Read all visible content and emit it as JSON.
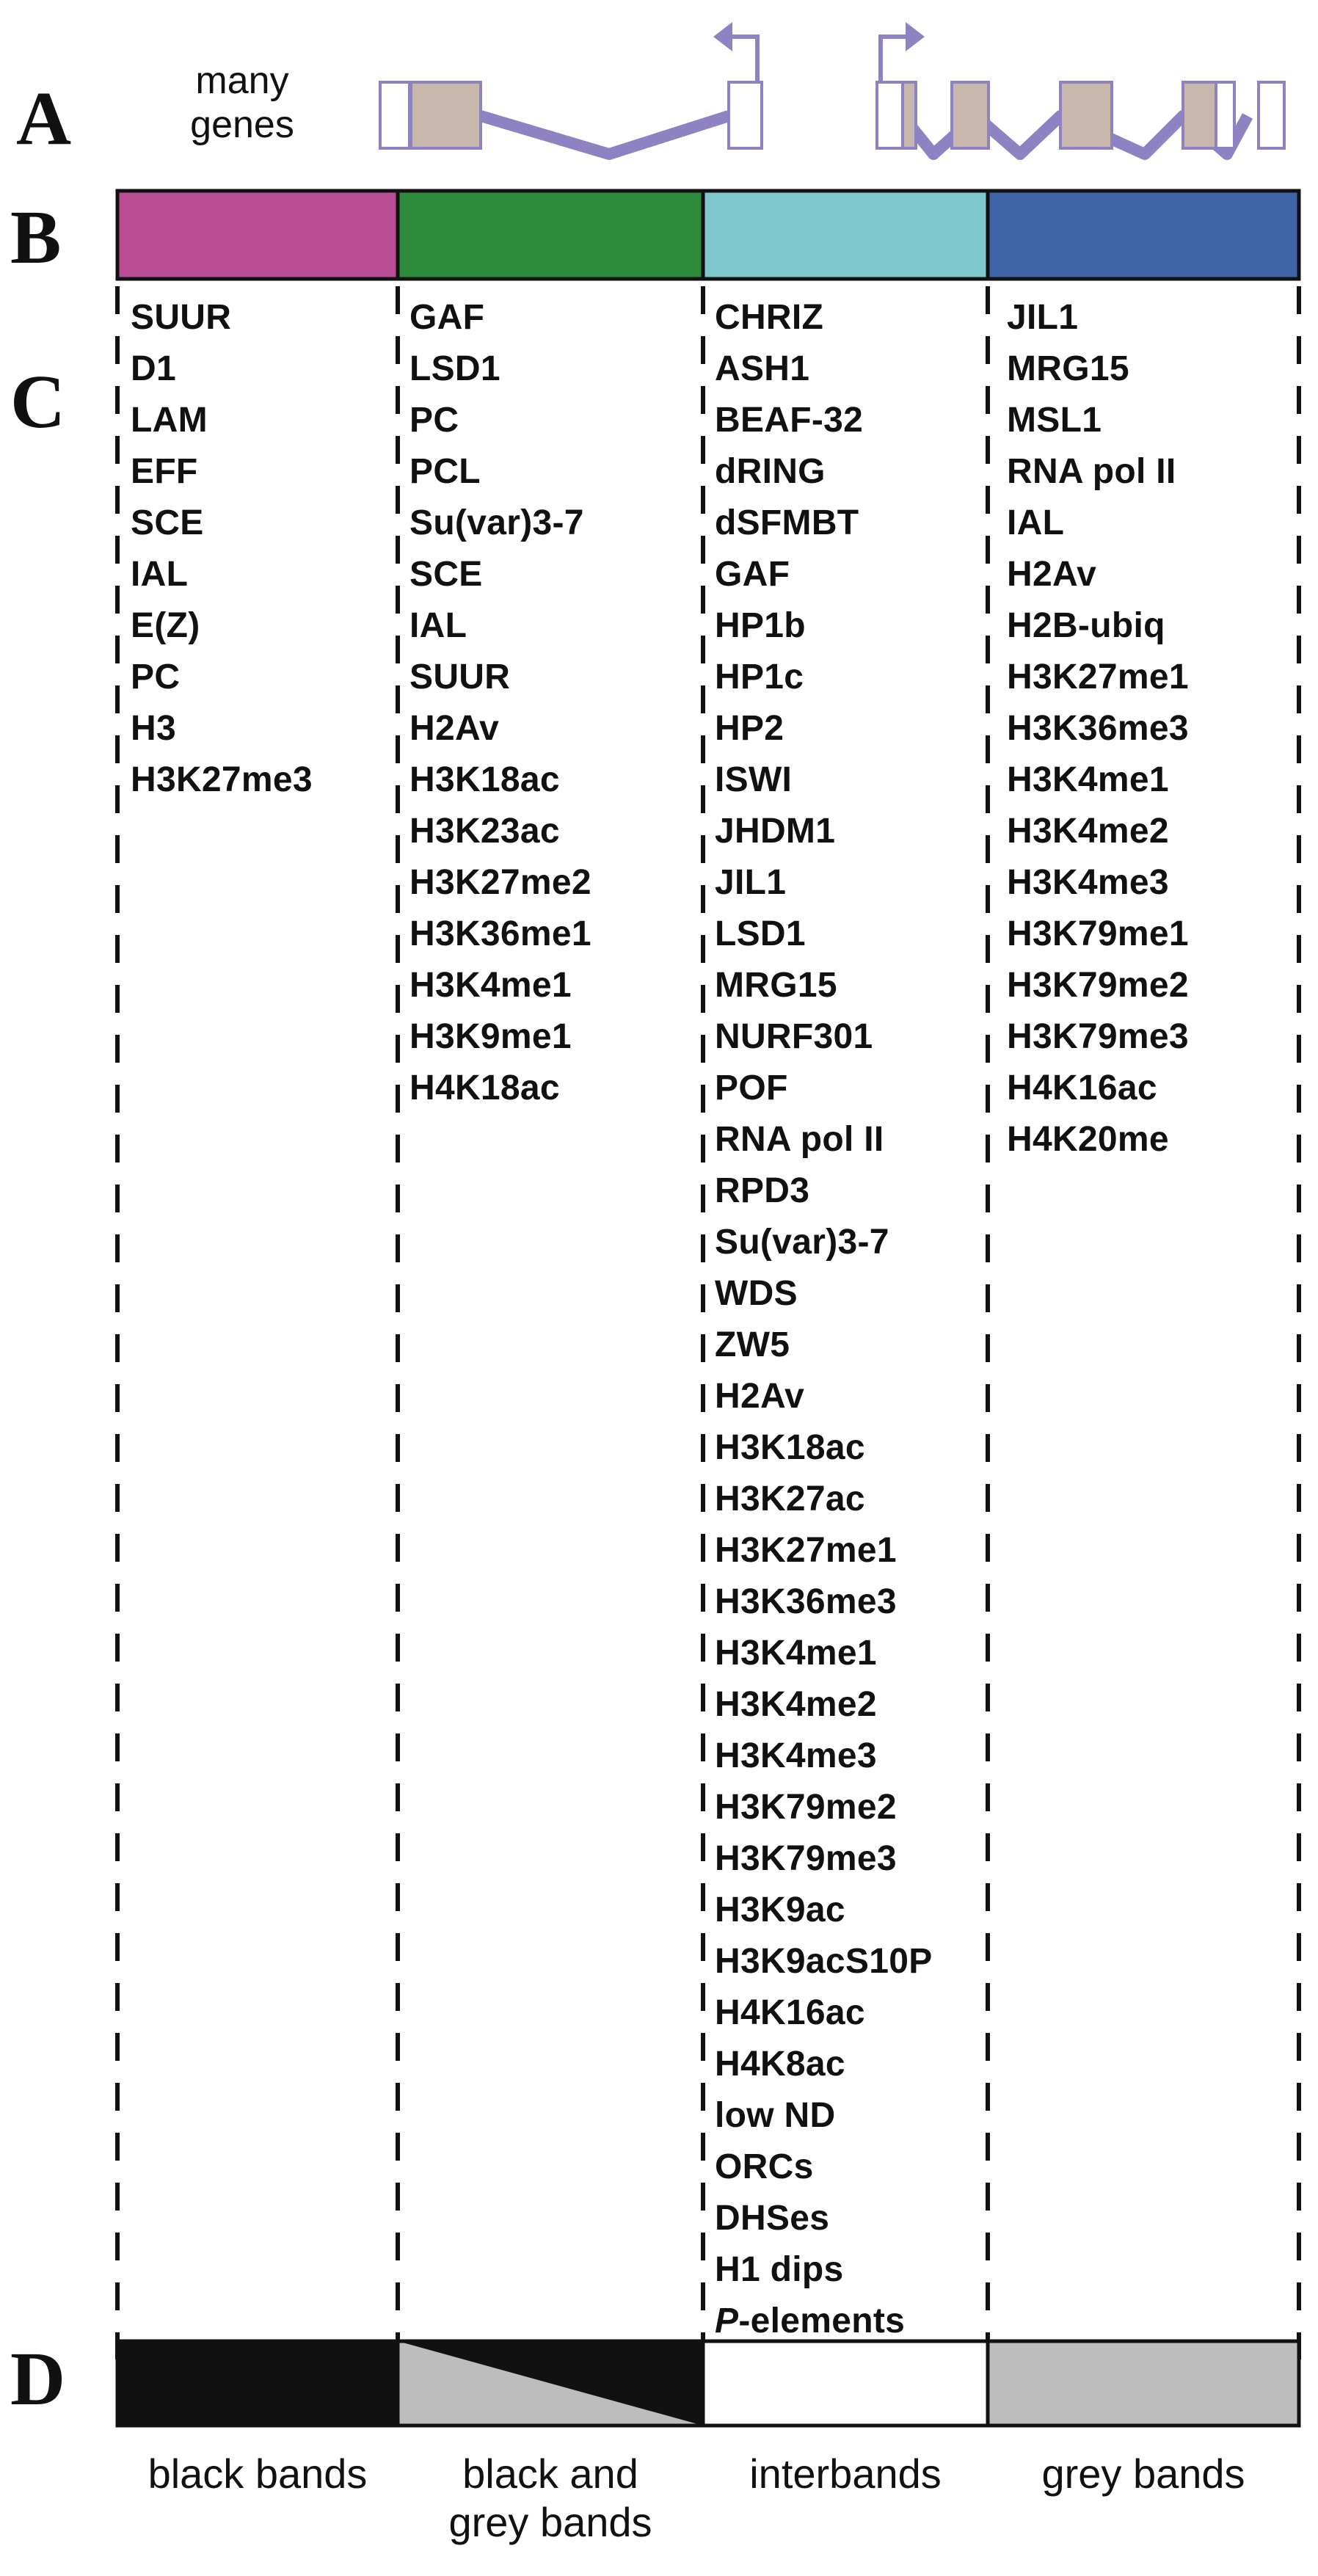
{
  "panel_letters": {
    "a": "A",
    "b": "B",
    "c": "C",
    "d": "D"
  },
  "genes_label": [
    "many",
    "genes"
  ],
  "colors": {
    "black_bands": "#b94e95",
    "black_and_grey_bands": "#2d8c3c",
    "interbands": "#7ec8cd",
    "grey_bands": "#3f64a8",
    "gene_line": "#8f82c2",
    "exon_fill": "#c7b7ad"
  },
  "columns": [
    {
      "name": "black bands",
      "band_shade": "black",
      "proteins": [
        "SUUR",
        "D1",
        "LAM",
        "EFF",
        "SCE",
        "IAL",
        "E(Z)",
        "PC",
        "H3",
        "H3K27me3"
      ]
    },
    {
      "name": "black and grey bands",
      "band_shade": "black-grey-diagonal",
      "proteins": [
        "GAF",
        "LSD1",
        "PC",
        "PCL",
        "Su(var)3-7",
        "SCE",
        "IAL",
        "SUUR",
        "H2Av",
        "H3K18ac",
        "H3K23ac",
        "H3K27me2",
        "H3K36me1",
        "H3K4me1",
        "H3K9me1",
        "H4K18ac"
      ]
    },
    {
      "name": "interbands",
      "band_shade": "white",
      "proteins": [
        "CHRIZ",
        "ASH1",
        "BEAF-32",
        "dRING",
        "dSFMBT",
        "GAF",
        "HP1b",
        "HP1c",
        "HP2",
        "ISWI",
        "JHDM1",
        "JIL1",
        "LSD1",
        "MRG15",
        "NURF301",
        "POF",
        "RNA pol II",
        "RPD3",
        "Su(var)3-7",
        "WDS",
        "ZW5",
        "H2Av",
        "H3K18ac",
        "H3K27ac",
        "H3K27me1",
        "H3K36me3",
        "H3K4me1",
        "H3K4me2",
        "H3K4me3",
        "H3K79me2",
        "H3K79me3",
        "H3K9ac",
        "H3K9acS10P",
        "H4K16ac",
        "H4K8ac",
        "low ND",
        "ORCs",
        "DHSes",
        "H1 dips",
        "P-elements"
      ]
    },
    {
      "name": "grey bands",
      "band_shade": "grey",
      "proteins": [
        "JIL1",
        "MRG15",
        "MSL1",
        "RNA pol II",
        "IAL",
        "H2Av",
        "H2B-ubiq",
        "H3K27me1",
        "H3K36me3",
        "H3K4me1",
        "H3K4me2",
        "H3K4me3",
        "H3K79me1",
        "H3K79me2",
        "H3K79me3",
        "H4K16ac",
        "H4K20me"
      ]
    }
  ],
  "bottom_labels": [
    [
      "black bands"
    ],
    [
      "black and",
      "grey bands"
    ],
    [
      "interbands"
    ],
    [
      "grey bands"
    ]
  ]
}
